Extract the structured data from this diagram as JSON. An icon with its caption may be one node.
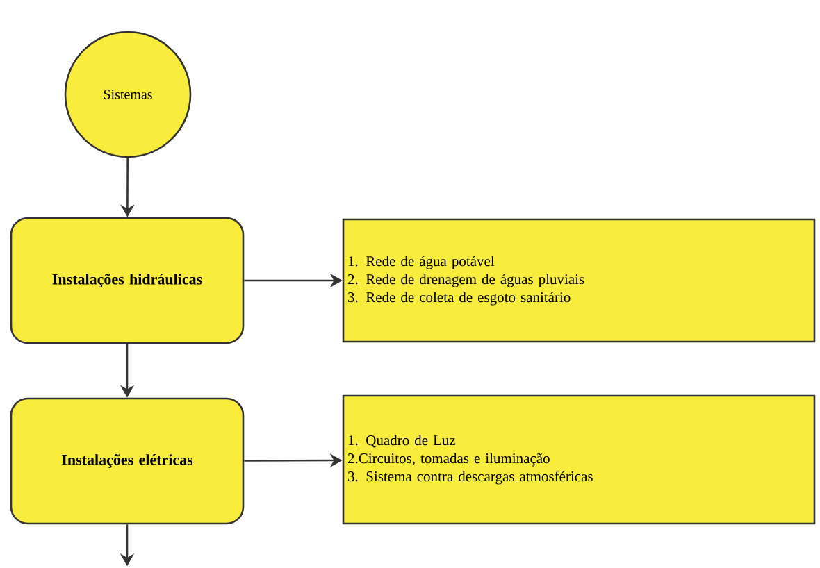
{
  "diagram": {
    "nodes": [
      {
        "text": [
          "Sistemas"
        ]
      },
      {
        "text": [
          "Instalações hidráulicas"
        ]
      },
      {
        "text": [
          "1. Rede de água potável",
          "2. Rede de drenagem de águas pluviais",
          "3. Rede de coleta de esgoto sanitário"
        ]
      },
      {
        "text": [
          "Instalações elétricas"
        ]
      },
      {
        "text": [
          "1. Quadro de Luz",
          "2.Circuitos, tomadas e iluminação",
          "3. Sistema contra descargas atmosféricas"
        ]
      }
    ],
    "edges": [
      {
        "from": 0,
        "to": 1,
        "arrow": "to"
      },
      {
        "from": 1,
        "to": 2,
        "arrow": "to"
      },
      {
        "from": 1,
        "to": 3,
        "arrow": "to"
      },
      {
        "from": 3,
        "to": 4,
        "arrow": "to"
      },
      {
        "from": 3,
        "to": null,
        "arrow": "to"
      }
    ]
  }
}
